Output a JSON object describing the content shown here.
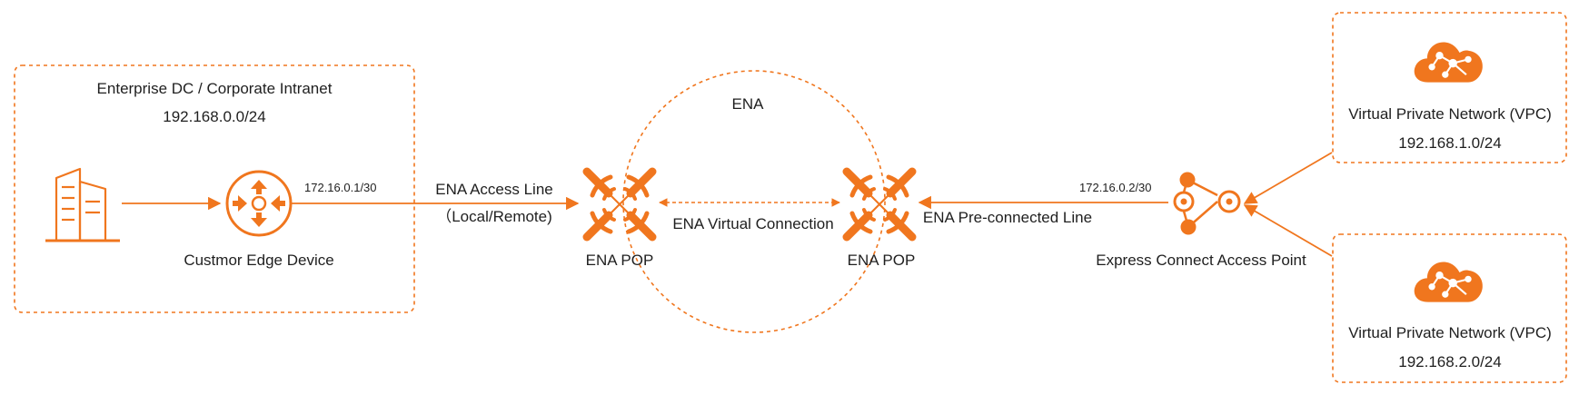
{
  "colors": {
    "accent": "#f0761e",
    "text": "#1f1f1f",
    "background": "#ffffff"
  },
  "enterprise": {
    "title": "Enterprise DC / Corporate Intranet",
    "cidr": "192.168.0.0/24",
    "building_icon": "office-building-icon",
    "router_icon": "router-icon",
    "router_label": "Custmor Edge Device",
    "interface_ip": "172.16.0.1/30"
  },
  "ena": {
    "label": "ENA",
    "access_line_label": "ENA Access Line",
    "access_line_sub": "（Local/Remote)",
    "virtual_connection_label": "ENA Virtual Connection",
    "preconnected_line_label": "ENA Pre-connected Line",
    "pop_icon": "pop-icon",
    "pop_left_label": "ENA POP",
    "pop_right_label": "ENA POP"
  },
  "express_connect": {
    "icon": "access-point-icon",
    "label": "Express Connect Access Point",
    "interface_ip": "172.16.0.2/30"
  },
  "vpcs": [
    {
      "icon": "cloud-icon",
      "label": "Virtual Private Network (VPC)",
      "cidr": "192.168.1.0/24"
    },
    {
      "icon": "cloud-icon",
      "label": "Virtual Private Network (VPC)",
      "cidr": "192.168.2.0/24"
    }
  ]
}
